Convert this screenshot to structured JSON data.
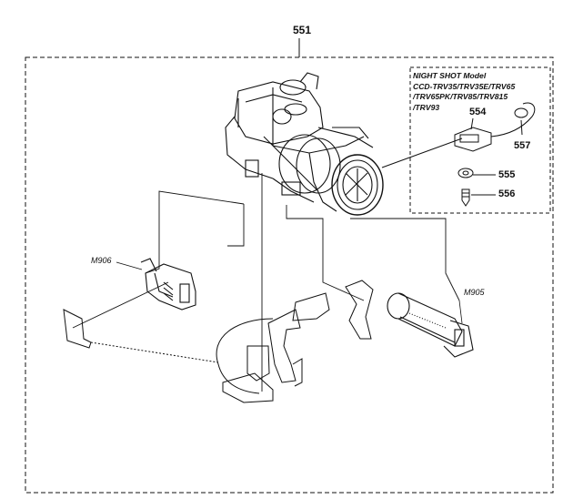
{
  "diagram": {
    "assembly_label": "551",
    "parts": {
      "p554": "554",
      "p555": "555",
      "p556": "556",
      "p557": "557",
      "m906": "M906",
      "m905": "M905"
    },
    "night_shot_box": {
      "title": "NIGHT SHOT Model",
      "lines": [
        "CCD-TRV35/TRV35E/TRV65",
        "/TRV65PK/TRV85/TRV815",
        "/TRV93"
      ]
    }
  }
}
